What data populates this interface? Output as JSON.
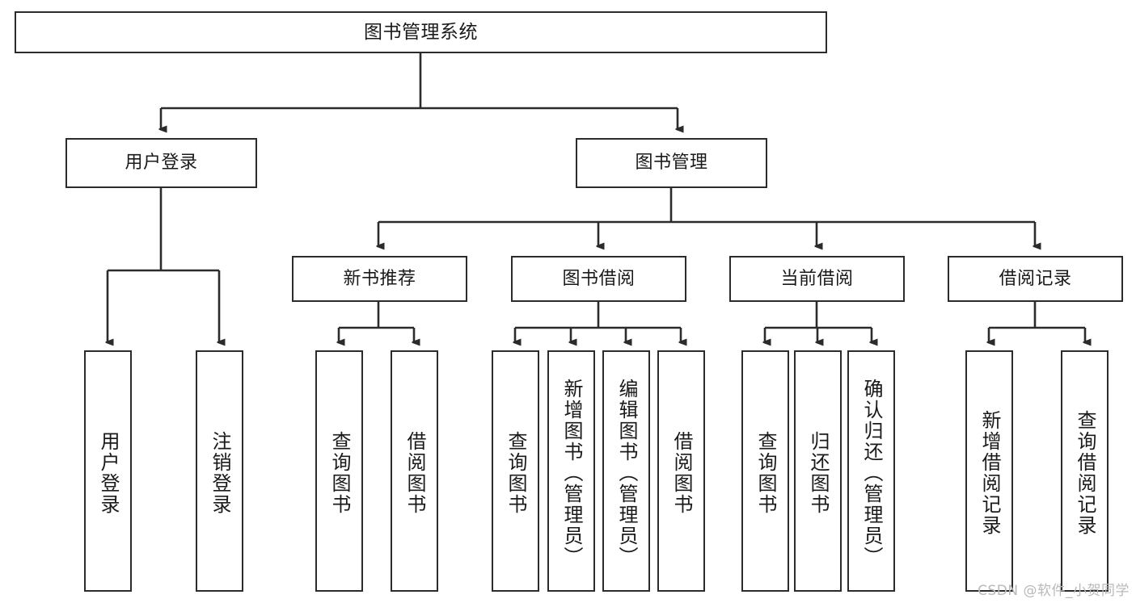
{
  "diagram": {
    "title": "图书管理系统",
    "type": "tree-hierarchy-diagram",
    "colors": {
      "stroke": "#2b2b2b",
      "fill": "#ffffff",
      "text": "#1a1a1a",
      "watermark": "#b9b9b9"
    },
    "nodes": {
      "root": "图书管理系统",
      "level2": {
        "user_login": "用户登录",
        "book_manage": "图书管理"
      },
      "level3": {
        "new_book_recommend": "新书推荐",
        "book_borrow": "图书借阅",
        "current_borrow": "当前借阅",
        "borrow_record": "借阅记录"
      },
      "leaves": {
        "user_login_children": [
          "用户登录",
          "注销登录"
        ],
        "new_book_recommend_children": [
          "查询图书",
          "借阅图书"
        ],
        "book_borrow_children": [
          "查询图书",
          "新增图书（管理员）",
          "编辑图书（管理员）",
          "借阅图书"
        ],
        "current_borrow_children": [
          "查询图书",
          "归还图书",
          "确认归还（管理员）"
        ],
        "borrow_record_children": [
          "新增借阅记录",
          "查询借阅记录"
        ]
      }
    },
    "watermark": "CSDN @软件_小贺同学"
  }
}
